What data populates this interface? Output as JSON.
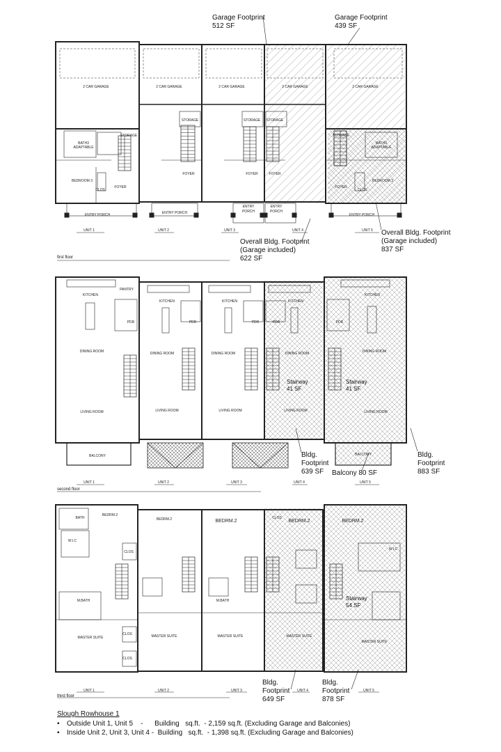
{
  "title": "Slough Rowhouse 1",
  "notes": [
    "Outside Unit 1, Unit 5    -      Building   sq.ft.  - 2,159 sq.ft. (Excluding Garage and Balconies)",
    "Inside Unit 2, Unit 3, Unit 4 -  Building   sq.ft.  - 1,398 sq.ft. (Excluding Garage and Balconies)"
  ],
  "floors": {
    "first": "first floor",
    "second": "second floor",
    "third": "third floor"
  },
  "units": [
    "UNIT 1",
    "UNIT 2",
    "UNIT 3",
    "UNIT 4",
    "UNIT 5"
  ],
  "callouts": {
    "garage_fp_512": {
      "title": "Garage Footprint",
      "area": "512 SF"
    },
    "garage_fp_439": {
      "title": "Garage Footprint",
      "area": "439 SF"
    },
    "overall_622": {
      "line1": "Overall Bldg. Footprint",
      "line2": "(Garage included)",
      "area": "622 SF"
    },
    "overall_837": {
      "line1": "Overall Bldg. Footprint",
      "line2": "(Garage included)",
      "area": "837 SF"
    },
    "bldg_639": {
      "line1": "Bldg.",
      "line2": "Footprint",
      "area": "639 SF"
    },
    "bldg_883": {
      "line1": "Bldg.",
      "line2": "Footprint",
      "area": "883 SF"
    },
    "balcony_80": "Balcony 80 SF",
    "stair_41": {
      "name": "Stairway",
      "area": "41 SF"
    },
    "stair_41b": {
      "name": "Stairway",
      "area": "41 SF"
    },
    "stair_54": {
      "name": "Stairway",
      "area": "54 SF"
    },
    "bldg_649": {
      "line1": "Bldg.",
      "line2": "Footprint",
      "area": "649 SF"
    },
    "bldg_878": {
      "line1": "Bldg.",
      "line2": "Footprint",
      "area": "878 SF"
    }
  },
  "rooms": {
    "garage": "2 CAR GARAGE",
    "storage": "STORAGE",
    "foyer": "FOYER",
    "entry_porch": "ENTRY PORCH",
    "entry": "ENTRY",
    "porch": "PORCH",
    "bath3": "BATH3",
    "adaptable": "ADAPTABLE",
    "bedroom3": "BEDROOM 3",
    "clos": "CLOS",
    "kitchen": "KITCHEN",
    "pantry": "PANTRY",
    "pdr": "PDR",
    "dining": "DINING ROOM",
    "living": "LIVING ROOM",
    "balcony": "BALCONY",
    "bath": "BATH",
    "bedrm2": "BEDRM.2",
    "wic": "W.I.C",
    "mbath": "M.BATH",
    "master": "MASTER SUITE"
  }
}
